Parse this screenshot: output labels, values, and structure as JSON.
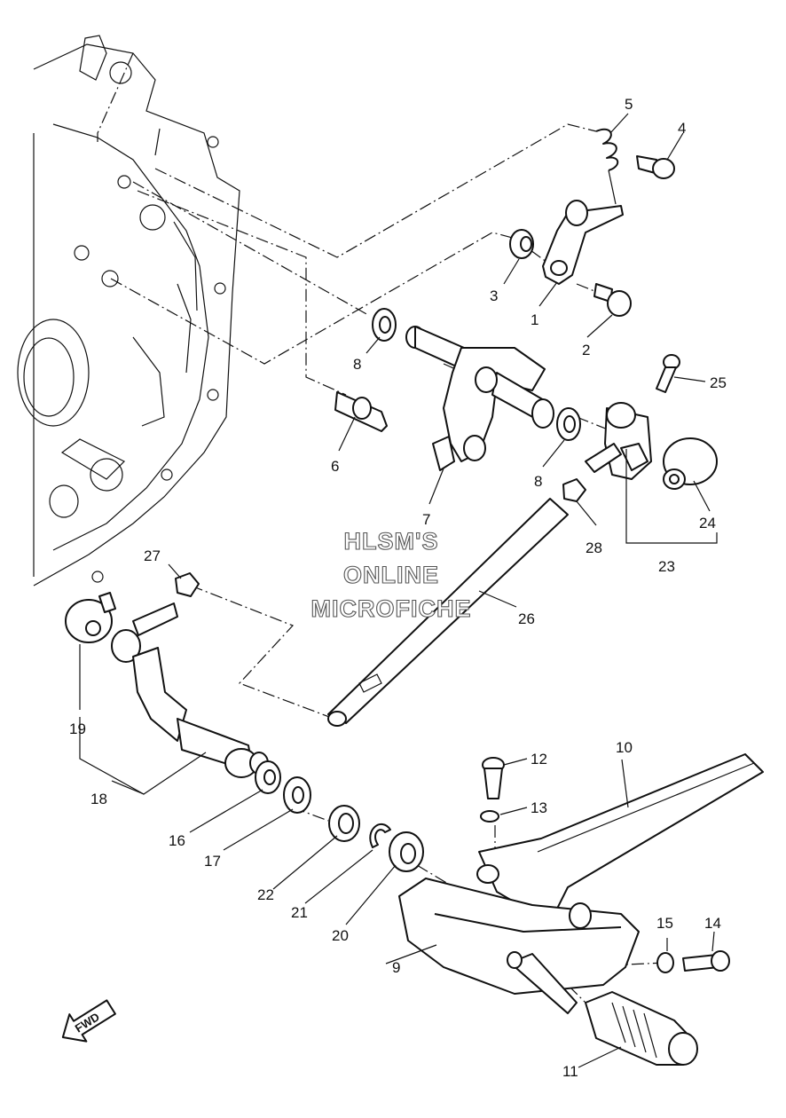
{
  "diagram": {
    "callouts": [
      "1",
      "2",
      "3",
      "4",
      "5",
      "6",
      "7",
      "8",
      "8",
      "9",
      "10",
      "11",
      "12",
      "13",
      "14",
      "15",
      "16",
      "17",
      "18",
      "19",
      "20",
      "21",
      "22",
      "23",
      "24",
      "25",
      "26",
      "27",
      "28"
    ],
    "watermark": [
      "HLSM'S",
      "ONLINE",
      "MICROFICHE"
    ],
    "direction_label": "FWD"
  }
}
